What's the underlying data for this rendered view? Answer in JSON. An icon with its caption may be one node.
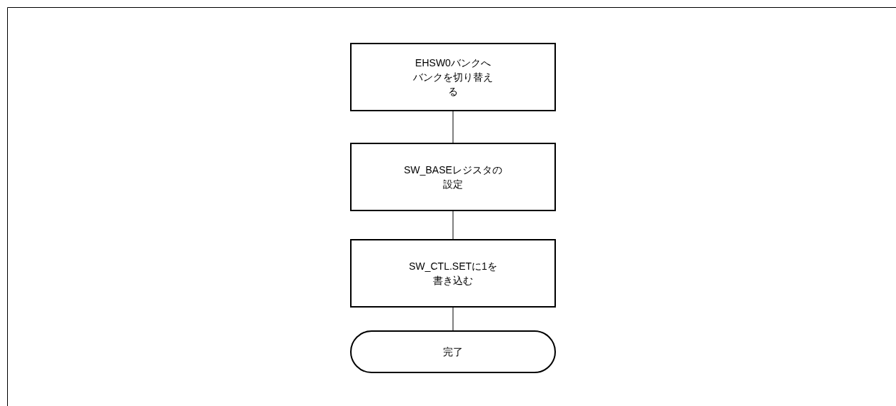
{
  "diagram": {
    "nodes": [
      {
        "text": [
          "EHSW0バンクへバンクを切り替える"
        ]
      },
      {
        "text": [
          "SW_BASEレジスタの設定"
        ]
      },
      {
        "text": [
          "SW_CTL.SETに1を書き込む"
        ]
      },
      {
        "text": [
          "完了"
        ]
      }
    ],
    "edges": [
      {
        "from": 0,
        "to": 1,
        "arrow": "none"
      },
      {
        "from": 1,
        "to": 2,
        "arrow": "none"
      },
      {
        "from": 2,
        "to": 3,
        "arrow": "none"
      }
    ]
  }
}
